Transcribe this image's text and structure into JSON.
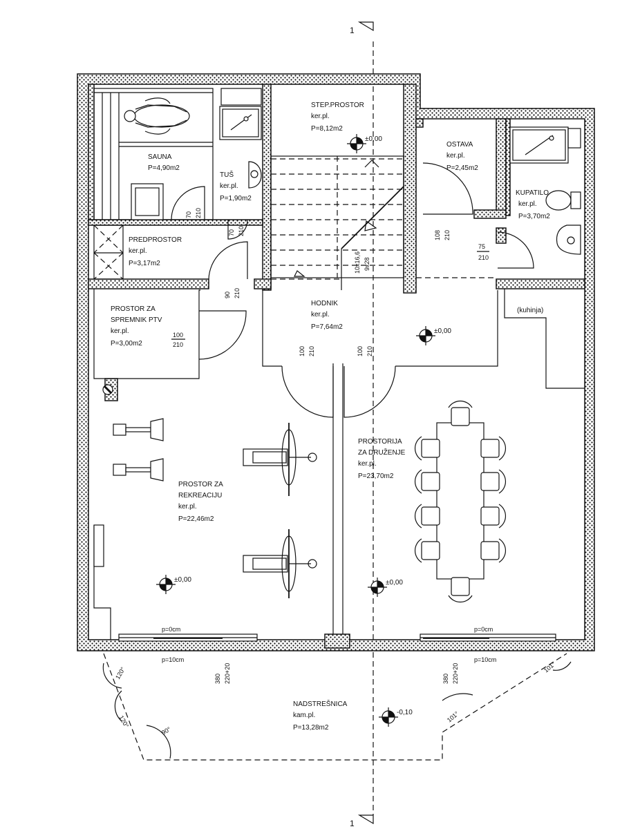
{
  "section_marker": {
    "label": "1"
  },
  "rooms": {
    "sauna": {
      "name": "SAUNA",
      "area": "P=4,90m2"
    },
    "tus": {
      "name": "TUŠ",
      "floor": "ker.pl.",
      "area": "P=1,90m2"
    },
    "step_prostor": {
      "name": "STEP.PROSTOR",
      "floor": "ker.pl.",
      "area": "P=8,12m2"
    },
    "ostava": {
      "name": "OSTAVA",
      "floor": "ker.pl.",
      "area": "P=2,45m2"
    },
    "kupatilo": {
      "name": "KUPATILO",
      "floor": "ker.pl.",
      "area": "P=3,70m2"
    },
    "predprostor": {
      "name": "PREDPROSTOR",
      "floor": "ker.pl.",
      "area": "P=3,17m2"
    },
    "spremnik": {
      "name_line1": "PROSTOR ZA",
      "name_line2": "SPREMNIK PTV",
      "floor": "ker.pl.",
      "area": "P=3,00m2"
    },
    "hodnik": {
      "name": "HODNIK",
      "floor": "ker.pl.",
      "area": "P=7,64m2"
    },
    "kuhinja": {
      "name": "(kuhinja)"
    },
    "rekreacija": {
      "name_line1": "PROSTOR ZA",
      "name_line2": "REKREACIJU",
      "floor": "ker.pl.",
      "area": "P=22,46m2"
    },
    "druzenje": {
      "name_line1": "PROSTORIJA",
      "name_line2": "ZA DRUŽENJE",
      "floor": "ker.pl.",
      "area": "P=23,70m2"
    },
    "nadstresnica": {
      "name": "NADSTREŠNICA",
      "floor": "kam.pl.",
      "area": "P=13,28m2"
    }
  },
  "levels": {
    "step": "±0,00",
    "hodnik": "±0,00",
    "rekreacija": "±0,00",
    "druzenje": "±0,00",
    "nadstresnica": "-0,10"
  },
  "doors": {
    "sauna_door": {
      "w": "70",
      "h": "210"
    },
    "tus_door": {
      "w": "70",
      "h": "210"
    },
    "predprostor_door": {
      "w": "90",
      "h": "210"
    },
    "spremnik_door": {
      "w": "100",
      "h": "210"
    },
    "ostava_door": {
      "w": "108",
      "h": "210"
    },
    "kupatilo_door": {
      "w": "75",
      "h": "210"
    },
    "hodnik_door_left": {
      "w": "100",
      "h": "210"
    },
    "hodnik_door_right": {
      "w": "100",
      "h": "210"
    }
  },
  "stairs": {
    "label": "10x16,6",
    "label2": "9x28"
  },
  "windows": {
    "left_sill_inner": "p=0cm",
    "left_sill_outer": "p=10cm",
    "left_dim_w": "380",
    "left_dim_h": "220+20",
    "right_sill_inner": "p=0cm",
    "right_sill_outer": "p=10cm",
    "right_dim_w": "380",
    "right_dim_h": "220+20"
  },
  "angles": {
    "a1": "120°",
    "a2": "120°",
    "a3": "90°",
    "a4": "101°",
    "a5": "101°"
  }
}
